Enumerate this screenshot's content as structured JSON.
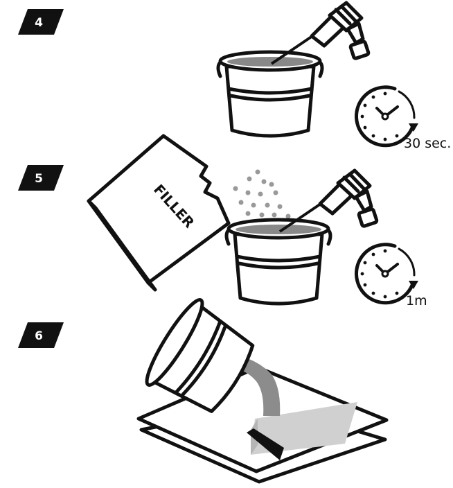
{
  "steps": [
    {
      "number": "4",
      "timer_label": "30 sec."
    },
    {
      "number": "5",
      "timer_label": "1m",
      "bag_label": "FILLER"
    },
    {
      "number": "6"
    }
  ],
  "colors": {
    "ink": "#111111",
    "liquid": "#888888",
    "pour_stream": "#8c8c8c",
    "leveled_top": "#d0d0d0",
    "leveled_side": "#b5b5b5",
    "powder": "#999999",
    "background": "#ffffff"
  }
}
